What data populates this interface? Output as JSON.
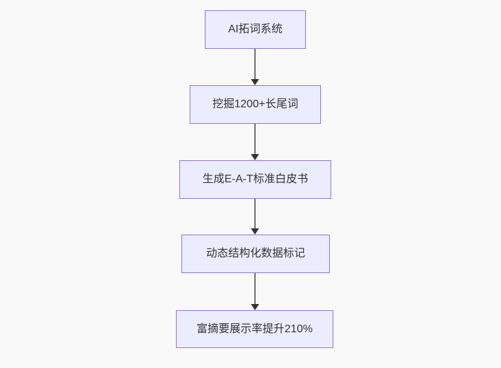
{
  "diagram": {
    "type": "flowchart",
    "direction": "top-down",
    "nodes": [
      {
        "id": "n1",
        "label": "AI拓词系统"
      },
      {
        "id": "n2",
        "label": "挖掘1200+长尾词"
      },
      {
        "id": "n3",
        "label": "生成E-A-T标准白皮书"
      },
      {
        "id": "n4",
        "label": "动态结构化数据标记"
      },
      {
        "id": "n5",
        "label": "富摘要展示率提升210%"
      }
    ],
    "edges": [
      {
        "from": "n1",
        "to": "n2"
      },
      {
        "from": "n2",
        "to": "n3"
      },
      {
        "from": "n3",
        "to": "n4"
      },
      {
        "from": "n4",
        "to": "n5"
      }
    ],
    "theme": {
      "background": "#f9f9f9",
      "node_fill": "#ECECFF",
      "node_border": "#9370DB",
      "node_text": "#333333",
      "edge_line": "#6e6e6e",
      "arrowhead": "#333333"
    }
  }
}
